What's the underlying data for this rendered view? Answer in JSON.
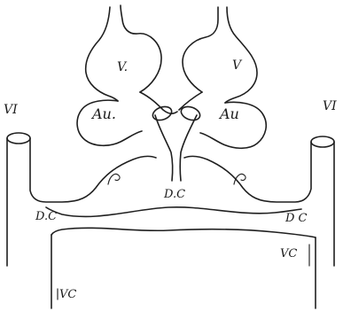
{
  "labels": {
    "ventricle_left": "V.",
    "ventricle_right": "V",
    "atrium_left": "Au.",
    "atrium_right": "Au",
    "vein_left": "VI",
    "vein_right": "VI",
    "duct_center": "D.C",
    "duct_left": "D.C",
    "duct_right": "D C",
    "vena_left": "VC",
    "vena_right": "VC"
  }
}
